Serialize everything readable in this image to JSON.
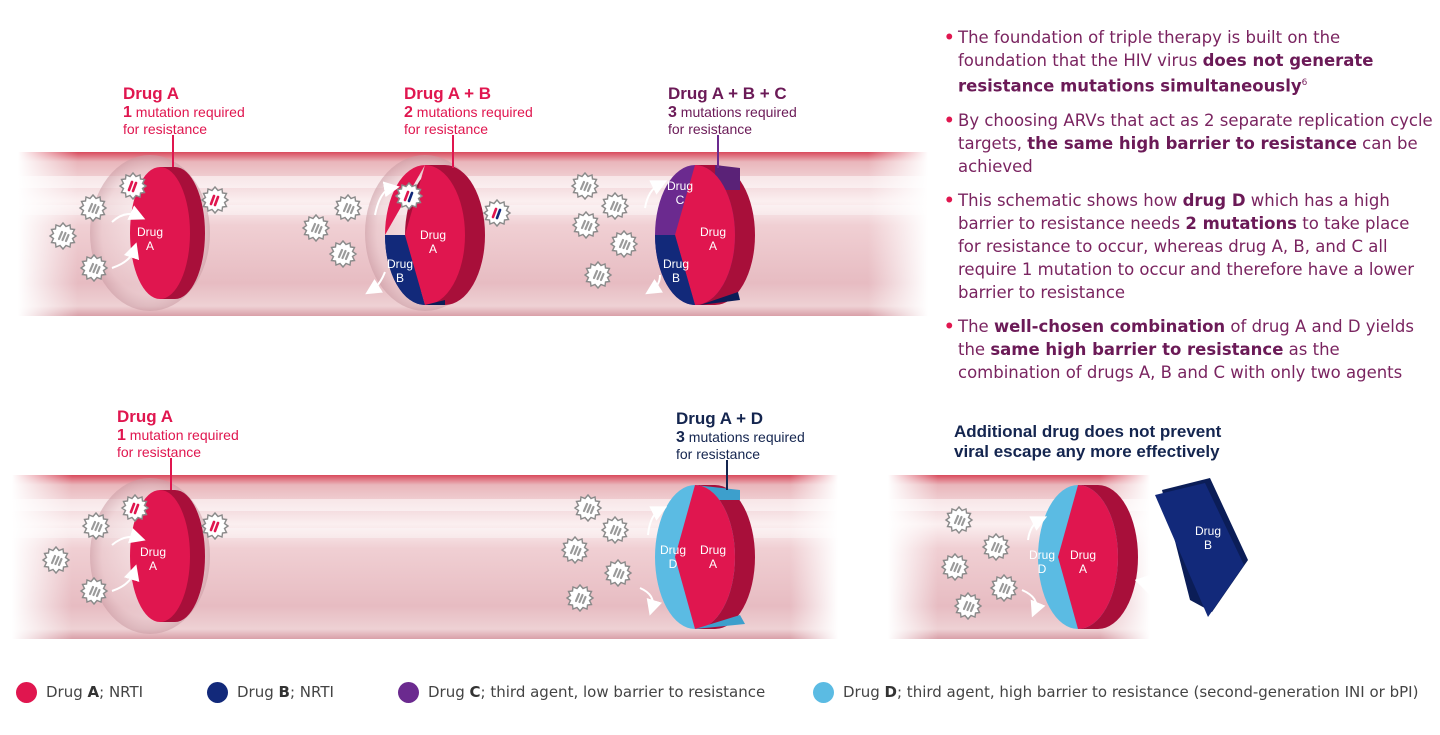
{
  "colors": {
    "drug_a": "#e0164f",
    "drug_b": "#12297a",
    "drug_c": "#6b2a8f",
    "drug_d": "#5bbbe3",
    "text_purple": "#7a2460",
    "navy": "#14254f"
  },
  "panels": {
    "top_single": {
      "title": "Drug A",
      "count": "1",
      "line1": "mutation required",
      "line2": "for resistance"
    },
    "top_double": {
      "title": "Drug A + B",
      "count": "2",
      "line1": "mutations required",
      "line2": "for resistance"
    },
    "top_triple": {
      "title": "Drug A + B + C",
      "count": "3",
      "line1": "mutations required",
      "line2": "for resistance"
    },
    "bottom_single": {
      "title": "Drug A",
      "count": "1",
      "line1": "mutation required",
      "line2": "for resistance"
    },
    "bottom_dual": {
      "title": "Drug A + D",
      "count": "3",
      "line1": "mutations required",
      "line2": "for resistance"
    }
  },
  "disc_labels": {
    "drug_word": "Drug",
    "a": "A",
    "b": "B",
    "c": "C",
    "d": "D"
  },
  "escape_note": {
    "line1": "Additional drug does not prevent",
    "line2": "viral escape any more effectively"
  },
  "bullets": [
    {
      "pre": "The foundation of triple therapy is built on the foundation that the HIV virus ",
      "bold": "does not generate resistance mutations simultaneously",
      "post": "",
      "sup": "6"
    },
    {
      "pre": "By choosing ARVs that act as 2 separate replication cycle targets, ",
      "bold": "the same high barrier to resistance",
      "post": " can be achieved",
      "sup": ""
    },
    {
      "pre": "This schematic shows how ",
      "bold": "drug D",
      "post": " which has a high barrier to resistance needs ",
      "bold2": "2 mutations",
      "post2": " to take place for resistance to occur, whereas drug A, B, and C all require 1 mutation to occur and therefore have a lower barrier to resistance",
      "sup": ""
    },
    {
      "pre": "The ",
      "bold": "well-chosen combination",
      "post": " of drug A and D yields the ",
      "bold2": "same high barrier to resistance",
      "post2": " as the combination of drugs A, B and C with only two agents",
      "sup": ""
    }
  ],
  "legend": [
    {
      "name": "Drug",
      "letter": "A",
      "rest": "; NRTI",
      "color": "#e0164f"
    },
    {
      "name": "Drug",
      "letter": "B",
      "rest": "; NRTI",
      "color": "#12297a"
    },
    {
      "name": "Drug",
      "letter": "C",
      "rest": "; third agent, low barrier to resistance",
      "color": "#6b2a8f"
    },
    {
      "name": "Drug",
      "letter": "D",
      "rest": "; third agent, high barrier to resistance (second-generation INI or bPI)",
      "color": "#5bbbe3"
    }
  ]
}
